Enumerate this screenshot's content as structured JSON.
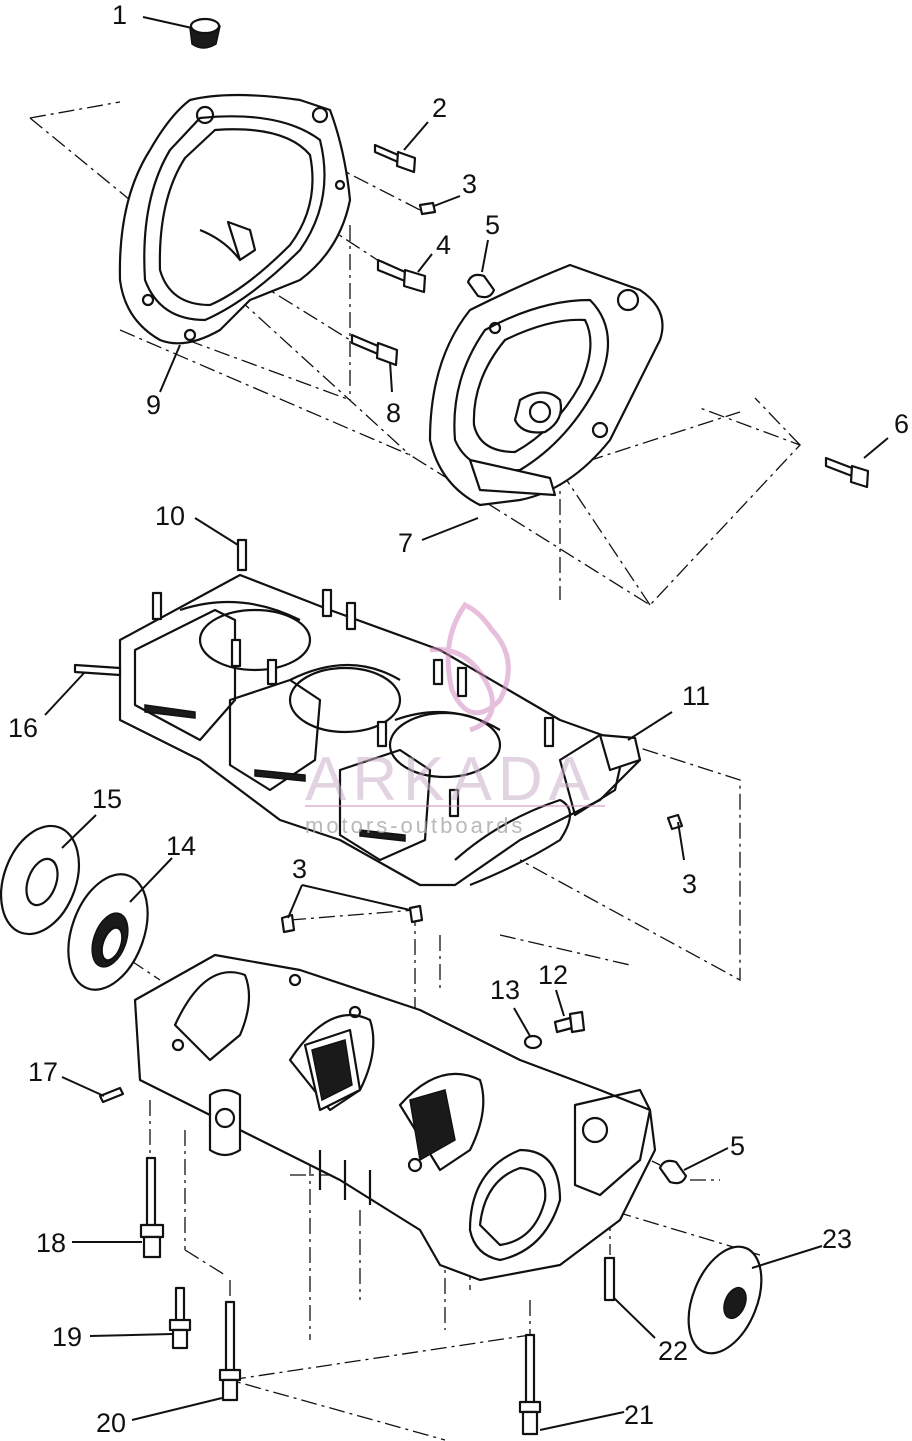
{
  "callouts": [
    {
      "id": "1",
      "text": "1"
    },
    {
      "id": "2",
      "text": "2"
    },
    {
      "id": "3a",
      "text": "3"
    },
    {
      "id": "4",
      "text": "4"
    },
    {
      "id": "5a",
      "text": "5"
    },
    {
      "id": "6",
      "text": "6"
    },
    {
      "id": "7",
      "text": "7"
    },
    {
      "id": "8",
      "text": "8"
    },
    {
      "id": "9",
      "text": "9"
    },
    {
      "id": "10",
      "text": "10"
    },
    {
      "id": "11",
      "text": "11"
    },
    {
      "id": "16",
      "text": "16"
    },
    {
      "id": "15",
      "text": "15"
    },
    {
      "id": "14",
      "text": "14"
    },
    {
      "id": "3b",
      "text": "3"
    },
    {
      "id": "3c",
      "text": "3"
    },
    {
      "id": "13",
      "text": "13"
    },
    {
      "id": "12",
      "text": "12"
    },
    {
      "id": "17",
      "text": "17"
    },
    {
      "id": "5b",
      "text": "5"
    },
    {
      "id": "23",
      "text": "23"
    },
    {
      "id": "18",
      "text": "18"
    },
    {
      "id": "22",
      "text": "22"
    },
    {
      "id": "19",
      "text": "19"
    },
    {
      "id": "20",
      "text": "20"
    },
    {
      "id": "21",
      "text": "21"
    }
  ],
  "watermark": {
    "brand": "ARKADA",
    "tagline": "motors-outboards"
  }
}
